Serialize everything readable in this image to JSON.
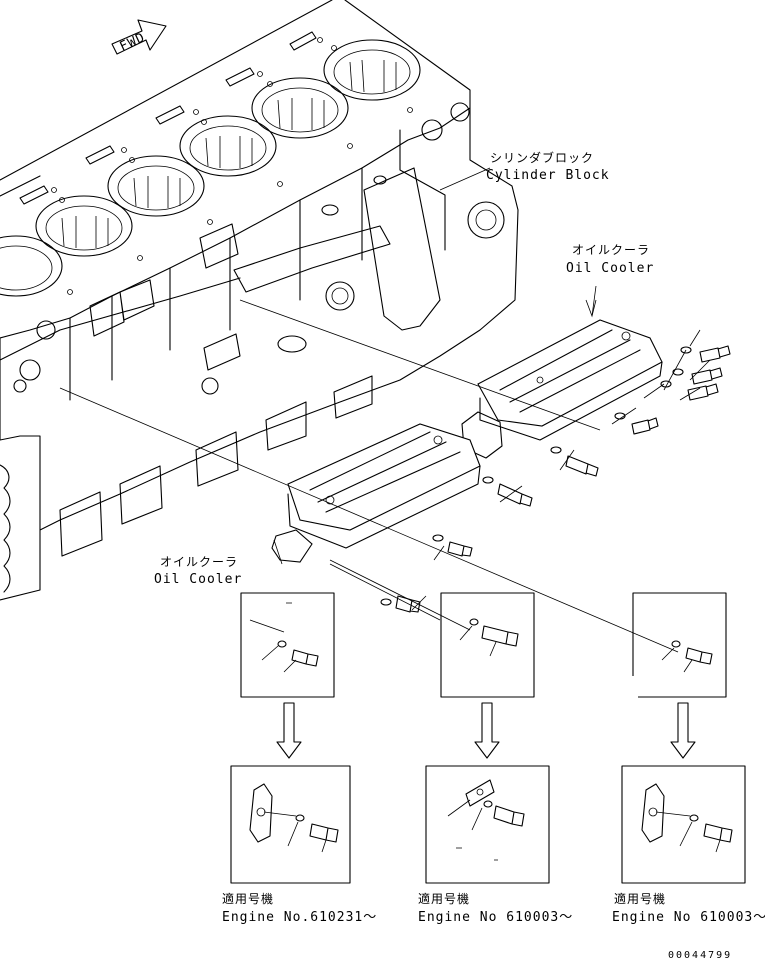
{
  "direction": {
    "text": "FWD"
  },
  "labels": {
    "cylinder_block_ja": "シリンダブロック",
    "cylinder_block_en": "Cylinder Block",
    "oil_cooler_right_ja": "オイルクーラ",
    "oil_cooler_right_en": "Oil Cooler",
    "oil_cooler_left_ja": "オイルクーラ",
    "oil_cooler_left_en": "Oil Cooler"
  },
  "applicability": [
    {
      "ja": "適用号機",
      "en": "Engine No.610231～"
    },
    {
      "ja": "適用号機",
      "en": "Engine No 610003～"
    },
    {
      "ja": "適用号機",
      "en": "Engine No 610003～"
    }
  ],
  "document_number": "00044799"
}
